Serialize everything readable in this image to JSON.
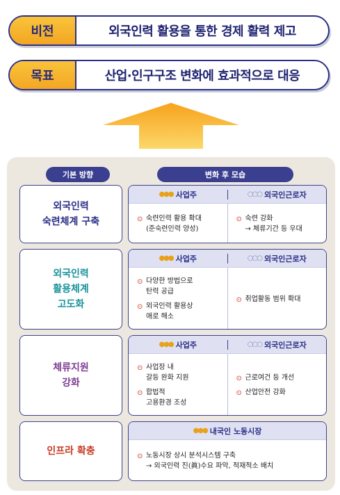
{
  "vision": {
    "label": "비전",
    "text": "외국인력 활용을 통한 경제 활력 제고"
  },
  "goal": {
    "label": "목표",
    "text": "산업·인구구조 변화에 효과적으로 대응"
  },
  "headers": {
    "basic": "기본 방향",
    "change": "변화 후 모습"
  },
  "colors": {
    "accent_yellow": "#f3a623",
    "navy": "#2b2f86",
    "panel_bg": "#ede8df",
    "row1_title": "#2b2f86",
    "row2_title": "#17939a",
    "row3_title": "#7e3e92",
    "row4_title": "#c63b22"
  },
  "rows": [
    {
      "title": "외국인력\n숙련체계 구축",
      "employer_label": "사업주",
      "worker_label": "외국인근로자",
      "employer_items": [
        "숙련인력 활용 확대\n(준숙련인력 양성)"
      ],
      "worker_items": [
        "숙련 강화\n→ 체류기간 등 우대"
      ]
    },
    {
      "title": "외국인력\n활용체계\n고도화",
      "employer_label": "사업주",
      "worker_label": "외국인근로자",
      "employer_items": [
        "다양한 방법으로\n탄력 공급",
        "외국인력 활용상\n애로 해소"
      ],
      "worker_items": [
        "취업활동 범위 확대"
      ]
    },
    {
      "title": "체류지원\n강화",
      "employer_label": "사업주",
      "worker_label": "외국인근로자",
      "employer_items": [
        "사업장 내\n갈등 완화 지원",
        "합법적\n고용환경 조성"
      ],
      "worker_items": [
        "근로여건 등 개선",
        "산업안전 강화"
      ]
    },
    {
      "title": "인프라 확충",
      "market_label": "내국인 노동시장",
      "items": [
        "노동시장 상시 분석시스템 구축\n→ 외국인력 진(眞)수요 파악, 적재적소 배치"
      ]
    }
  ],
  "icons": [
    "employer-people-icon",
    "worker-people-icon",
    "check-icon",
    "up-arrow-icon"
  ]
}
